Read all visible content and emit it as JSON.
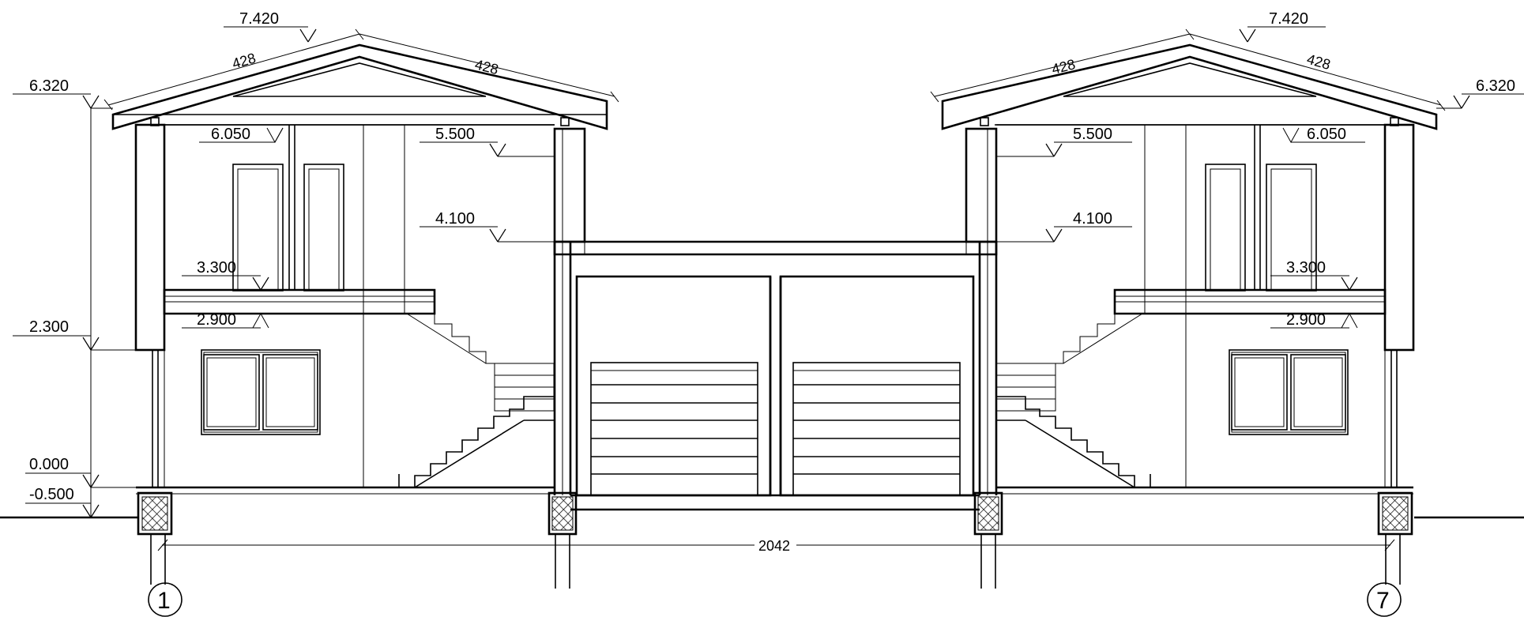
{
  "elevations": {
    "left_ridge": "7.420",
    "right_ridge": "7.420",
    "left_eave": "6.320",
    "right_eave": "6.320",
    "left_ceiling": "6.050",
    "right_ceiling": "6.050",
    "left_top_center": "5.500",
    "right_top_center": "5.500",
    "left_garage_roof": "4.100",
    "right_garage_roof": "4.100",
    "left_second_floor": "3.300",
    "right_second_floor": "3.300",
    "left_first_ceiling": "2.900",
    "right_first_ceiling": "2.900",
    "left_level_230": "2.300",
    "left_floor_zero": "0.000",
    "left_ground": "-0.500"
  },
  "dimensions": {
    "left_roof_a": "428",
    "left_roof_b": "428",
    "right_roof_a": "428",
    "right_roof_b": "428",
    "overall_length": "2042"
  },
  "axes": {
    "left": "1",
    "right": "7"
  }
}
